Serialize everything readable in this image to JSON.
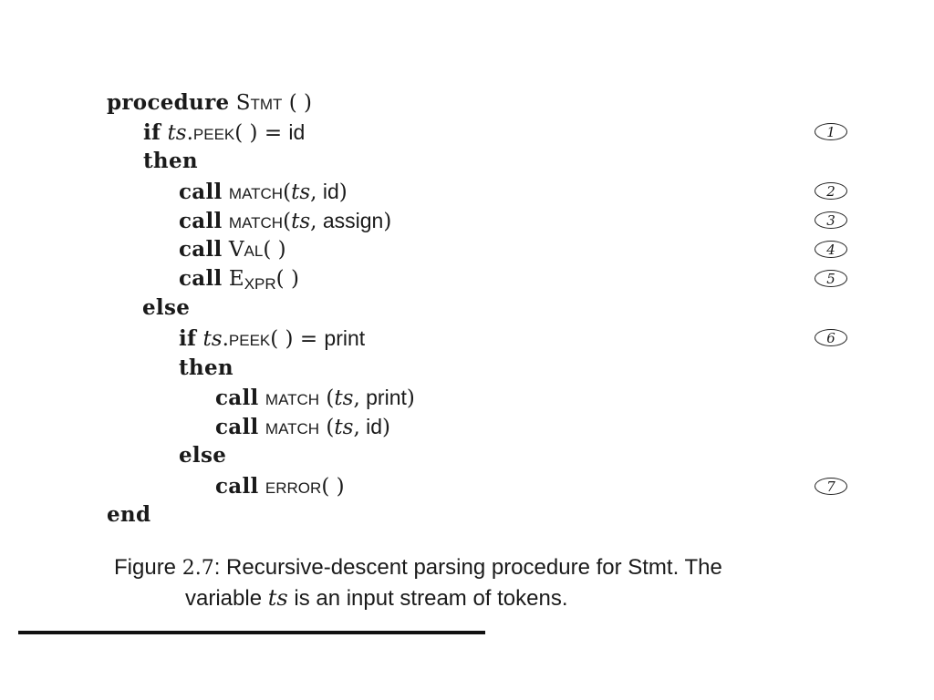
{
  "code": {
    "l1": {
      "kw": "procedure",
      "name_first": "S",
      "name_rest": "TMT",
      "paren": " ( )"
    },
    "l2": {
      "kw": "if",
      "var": "ts",
      "dot": ".",
      "method": "PEEK",
      "rest": "( ) = ",
      "tok": "id",
      "num": "1"
    },
    "l3": {
      "kw": "then"
    },
    "l4": {
      "kw": "call",
      "method": "MATCH",
      "open": "(",
      "var": "ts",
      "comma": ",",
      "tok": " id",
      "close": ")",
      "num": "2"
    },
    "l5": {
      "kw": "call",
      "method": "MATCH",
      "open": "(",
      "var": "ts",
      "comma": ",",
      "tok": " assign",
      "close": ")",
      "num": "3"
    },
    "l6": {
      "kw": "call",
      "name_first": "V",
      "name_rest": "AL",
      "paren": "( )",
      "num": "4"
    },
    "l7": {
      "kw": "call",
      "name_first": "E",
      "name_rest": "XPR",
      "paren": "( )",
      "num": "5"
    },
    "l8": {
      "kw": "else"
    },
    "l9": {
      "kw": "if",
      "var": "ts",
      "dot": ".",
      "method": "PEEK",
      "rest": "( ) = ",
      "tok": "print",
      "num": "6"
    },
    "l10": {
      "kw": "then"
    },
    "l11": {
      "kw": "call",
      "method": "MATCH",
      "open": " (",
      "var": "ts",
      "comma": ",",
      "tok": " print",
      "close": ")"
    },
    "l12": {
      "kw": "call",
      "method": "MATCH",
      "open": " (",
      "var": "ts",
      "comma": ",",
      "tok": " id",
      "close": ")"
    },
    "l13": {
      "kw": "else"
    },
    "l14": {
      "kw": "call",
      "method": "ERROR",
      "paren": "( )",
      "num": "7"
    },
    "l15": {
      "kw": "end"
    }
  },
  "caption": {
    "line1_a": "Figure ",
    "figno": "2.7",
    "line1_b": ": Recursive-descent parsing procedure for Stmt.  The",
    "line2_a": "variable ",
    "var": "ts",
    "line2_b": " is an input stream of tokens."
  }
}
